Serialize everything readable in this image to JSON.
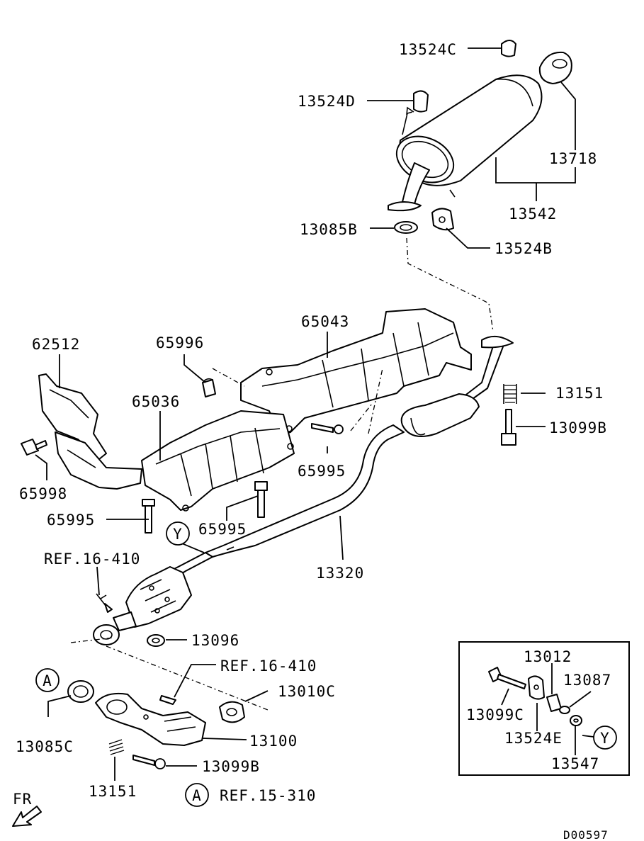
{
  "callouts": {
    "p13524C": "13524C",
    "p13524D": "13524D",
    "p13718": "13718",
    "p13542": "13542",
    "p13085B": "13085B",
    "p13524B": "13524B",
    "p65043": "65043",
    "p62512": "62512",
    "p65996": "65996",
    "p65036": "65036",
    "p13151_top": "13151",
    "p13099B_top": "13099B",
    "p65995_right": "65995",
    "p65998": "65998",
    "p65995_left": "65995",
    "p65995_mid": "65995",
    "p13320": "13320",
    "ref_16_410_top": "REF.16-410",
    "p13096": "13096",
    "ref_16_410_mid": "REF.16-410",
    "p13010C": "13010C",
    "p13085C": "13085C",
    "p13100": "13100",
    "p13099B_bottom": "13099B",
    "p13151_bottom": "13151",
    "ref_15_310": "REF.15-310"
  },
  "markers": {
    "y_main": "Y",
    "a_left": "A",
    "a_ref": "A",
    "y_inset": "Y"
  },
  "inset": {
    "p13012": "13012",
    "p13087": "13087",
    "p13099C": "13099C",
    "p13524E": "13524E",
    "p13547": "13547"
  },
  "direction_label": "FR",
  "diagram_code": "D00597"
}
